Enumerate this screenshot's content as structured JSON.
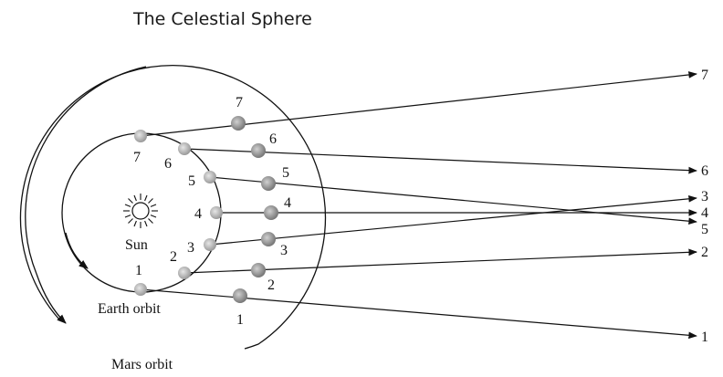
{
  "title": "The Celestial Sphere",
  "labels": {
    "sun": "Sun",
    "earth_orbit": "Earth orbit",
    "mars_orbit": "Mars orbit"
  },
  "positions": [
    {
      "n": "1"
    },
    {
      "n": "2"
    },
    {
      "n": "3"
    },
    {
      "n": "4"
    },
    {
      "n": "5"
    },
    {
      "n": "6"
    },
    {
      "n": "7"
    }
  ],
  "colors": {
    "line": "#111111",
    "planet_fill": "#b9b9b9",
    "planet_edge": "#8a8a8a"
  }
}
